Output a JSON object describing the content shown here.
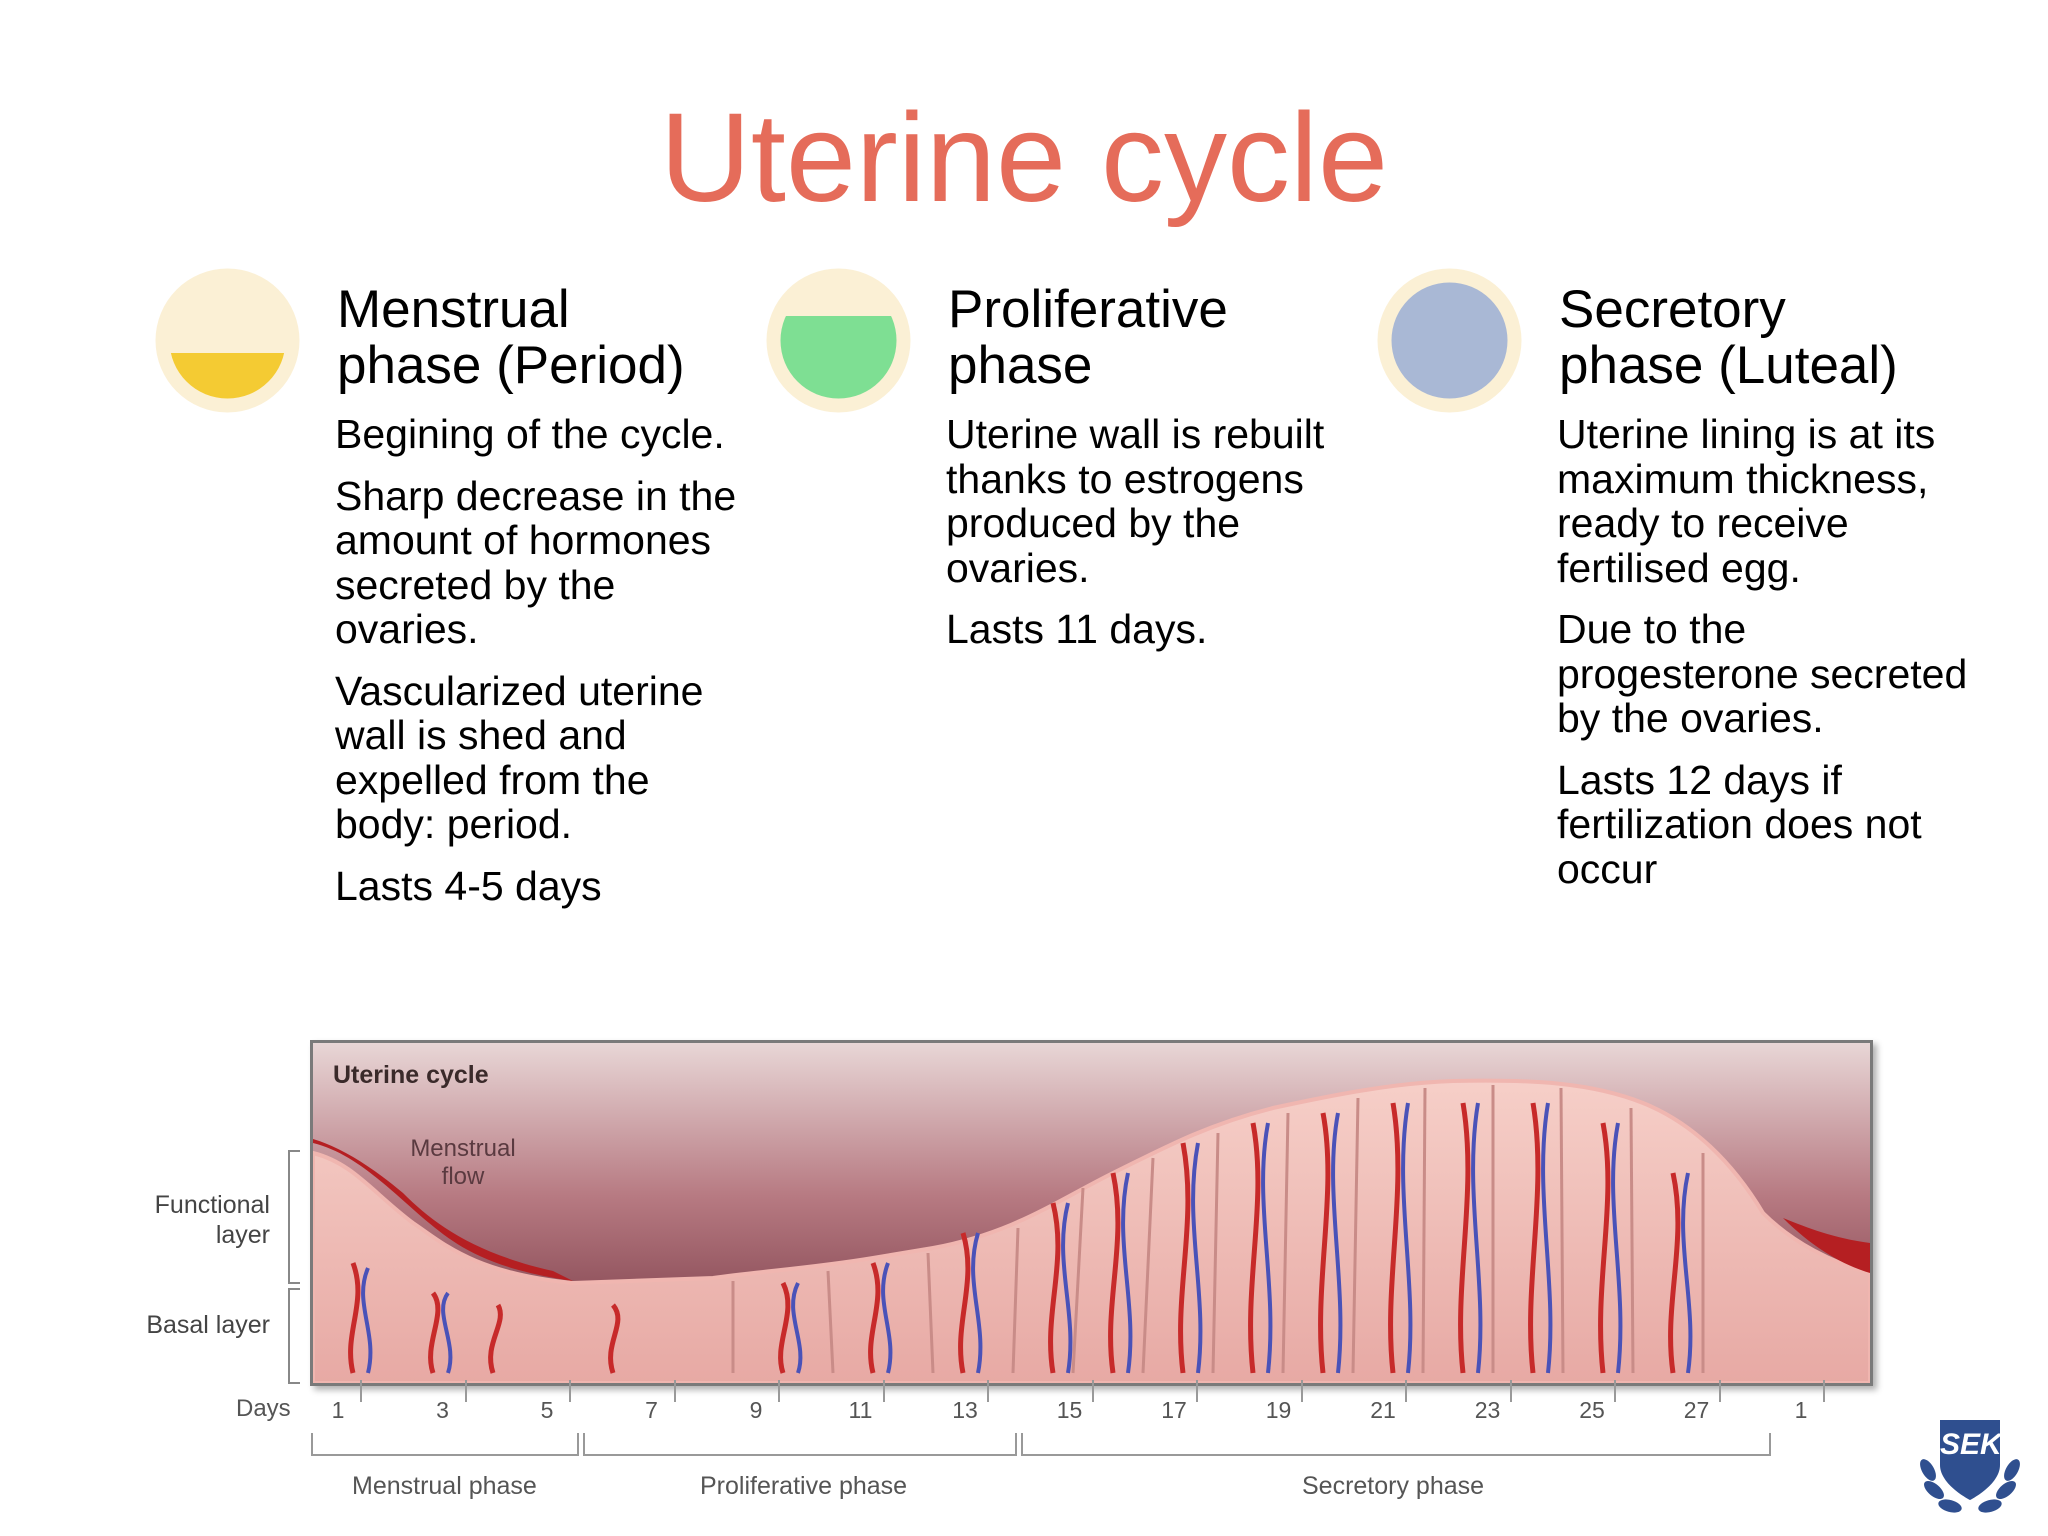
{
  "title": "Uterine cycle",
  "phases": [
    {
      "heading_line1": "Menstrual",
      "heading_line2": "phase (Period)",
      "icon": "half-filled-yellow-circle-icon",
      "fill_color": "#f4cb33",
      "fill_fraction": 0.3,
      "paragraphs": [
        "Begining of the cycle.",
        "Sharp decrease in the amount of hormones secreted by the ovaries.",
        "Vascularized uterine wall is shed and expelled from the body: period.",
        "Lasts 4-5 days"
      ]
    },
    {
      "heading_line1": "Proliferative",
      "heading_line2": "phase",
      "icon": "mostly-filled-green-circle-icon",
      "fill_color": "#7edf93",
      "fill_fraction": 0.7,
      "paragraphs": [
        "Uterine wall is rebuilt thanks to estrogens produced by the ovaries.",
        "Lasts 11 days."
      ]
    },
    {
      "heading_line1": "Secretory",
      "heading_line2": "phase (Luteal)",
      "icon": "full-blue-circle-icon",
      "fill_color": "#a9b8d5",
      "fill_fraction": 1.0,
      "paragraphs": [
        "Uterine lining is at its maximum thickness, ready to receive fertilised egg.",
        "Due to the progesterone secreted by the ovaries.",
        "Lasts 12 days if fertilization does not occur"
      ]
    }
  ],
  "icon_ring_color": "#fbf0d5",
  "diagram": {
    "title": "Uterine cycle",
    "flow_label": "Menstrual flow",
    "functional_label": "Functional layer",
    "basal_label": "Basal layer",
    "days_label": "Days",
    "days": [
      "1",
      "3",
      "5",
      "7",
      "9",
      "11",
      "13",
      "15",
      "17",
      "19",
      "21",
      "23",
      "25",
      "27",
      "1"
    ],
    "phase_spans": [
      "Menstrual phase",
      "Proliferative phase",
      "Secretory phase"
    ]
  },
  "logo": {
    "text": "SEK",
    "icon": "shield-laurel-logo-icon",
    "color": "#2f4f8f"
  }
}
